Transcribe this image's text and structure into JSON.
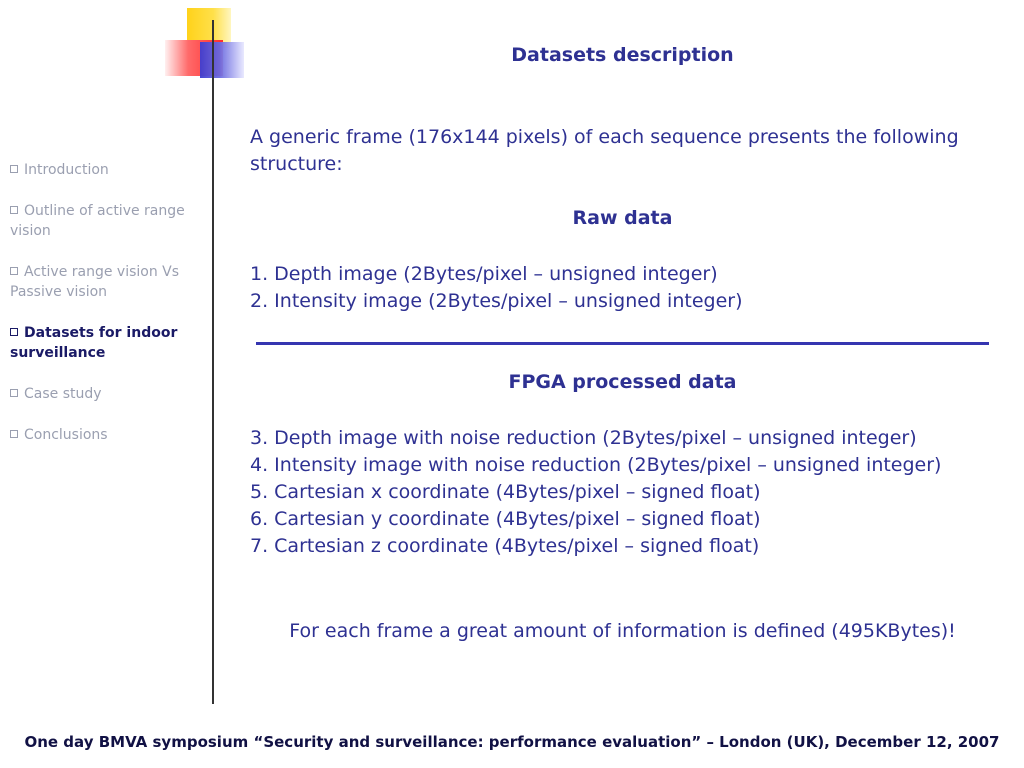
{
  "sidebar": {
    "items": [
      {
        "label": "Introduction",
        "active": false
      },
      {
        "label": "Outline of active range vision",
        "active": false
      },
      {
        "label": "Active range vision Vs Passive vision",
        "active": false
      },
      {
        "label": "Datasets for indoor surveillance",
        "active": true
      },
      {
        "label": "Case study",
        "active": false
      },
      {
        "label": "Conclusions",
        "active": false
      }
    ]
  },
  "main": {
    "title": "Datasets description",
    "intro": "A generic frame (176x144 pixels) of each sequence presents the following structure:",
    "raw": {
      "heading": "Raw data",
      "items": [
        "1. Depth image (2Bytes/pixel – unsigned integer)",
        "2. Intensity image (2Bytes/pixel – unsigned integer)"
      ]
    },
    "fpga": {
      "heading": "FPGA processed data",
      "items": [
        "3. Depth image with noise reduction (2Bytes/pixel – unsigned integer)",
        "4. Intensity image with noise reduction (2Bytes/pixel – unsigned integer)",
        "5. Cartesian x coordinate (4Bytes/pixel – signed float)",
        "6. Cartesian y coordinate (4Bytes/pixel – signed float)",
        "7. Cartesian z coordinate (4Bytes/pixel – signed float)"
      ]
    },
    "note": "For each frame a great amount of information is defined (495KBytes)!"
  },
  "footer": "One day BMVA symposium “Security and surveillance: performance evaluation” – London (UK), December 12, 2007",
  "colors": {
    "text": "#2e3192",
    "sidebar_inactive": "#9a9fb0",
    "sidebar_active": "#1a1a66"
  }
}
